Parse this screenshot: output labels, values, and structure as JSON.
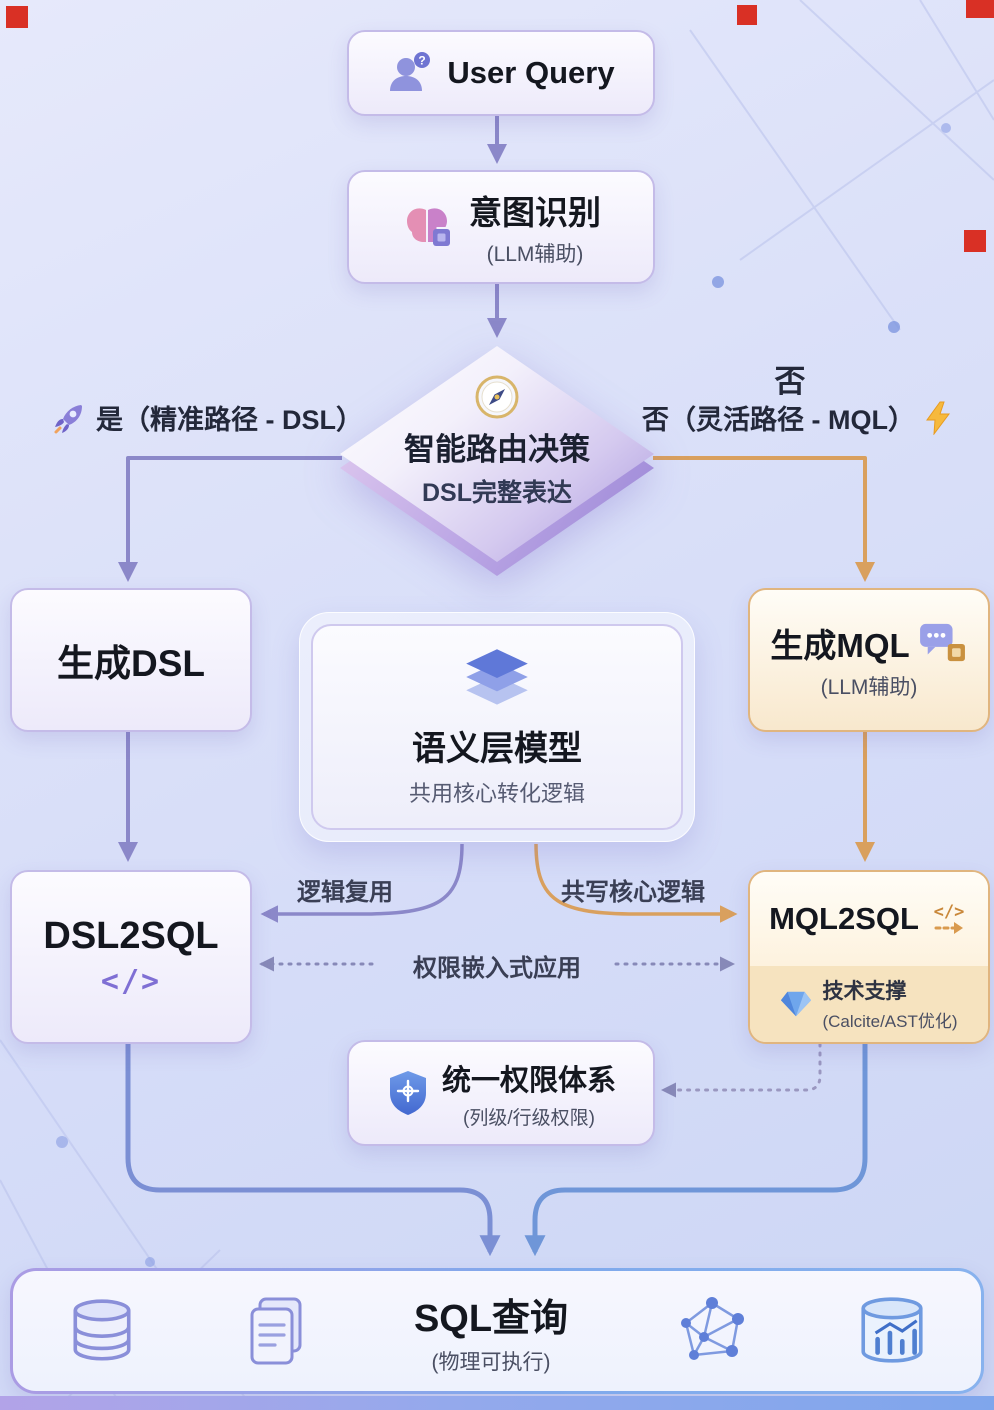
{
  "nodes": {
    "user_query": {
      "label": "User Query"
    },
    "intent": {
      "title": "意图识别",
      "subtitle": "(LLM辅助)"
    },
    "router": {
      "title": "智能路由决策",
      "subtitle": "DSL完整表达"
    },
    "gen_dsl": {
      "label": "生成DSL"
    },
    "gen_mql": {
      "title": "生成MQL",
      "subtitle": "(LLM辅助)"
    },
    "semantic_model": {
      "title": "语义层模型",
      "subtitle": "共用核心转化逻辑"
    },
    "dsl2sql": {
      "title": "DSL2SQL",
      "code": "</>"
    },
    "mql2sql": {
      "title": "MQL2SQL",
      "code": "</>",
      "support_title": "技术支撑",
      "support_subtitle": "(Calcite/AST优化)"
    },
    "permission": {
      "title": "统一权限体系",
      "subtitle": "(列级/行级权限)"
    },
    "sql_query": {
      "title": "SQL查询",
      "subtitle": "(物理可执行)"
    }
  },
  "branches": {
    "yes_label": "是（精准路径 - DSL）",
    "no_short": "否",
    "no_label": "否（灵活路径 - MQL）"
  },
  "edge_labels": {
    "logic_reuse": "逻辑复用",
    "shared_core": "共写核心逻辑",
    "permission_embed": "权限嵌入式应用"
  },
  "icons": {
    "user_badge": "?"
  },
  "colors": {
    "purple_line": "#8b88c9",
    "orange_line": "#d9a05e",
    "blue_line": "#7b8fd4",
    "dotted_line": "#8789b8"
  }
}
